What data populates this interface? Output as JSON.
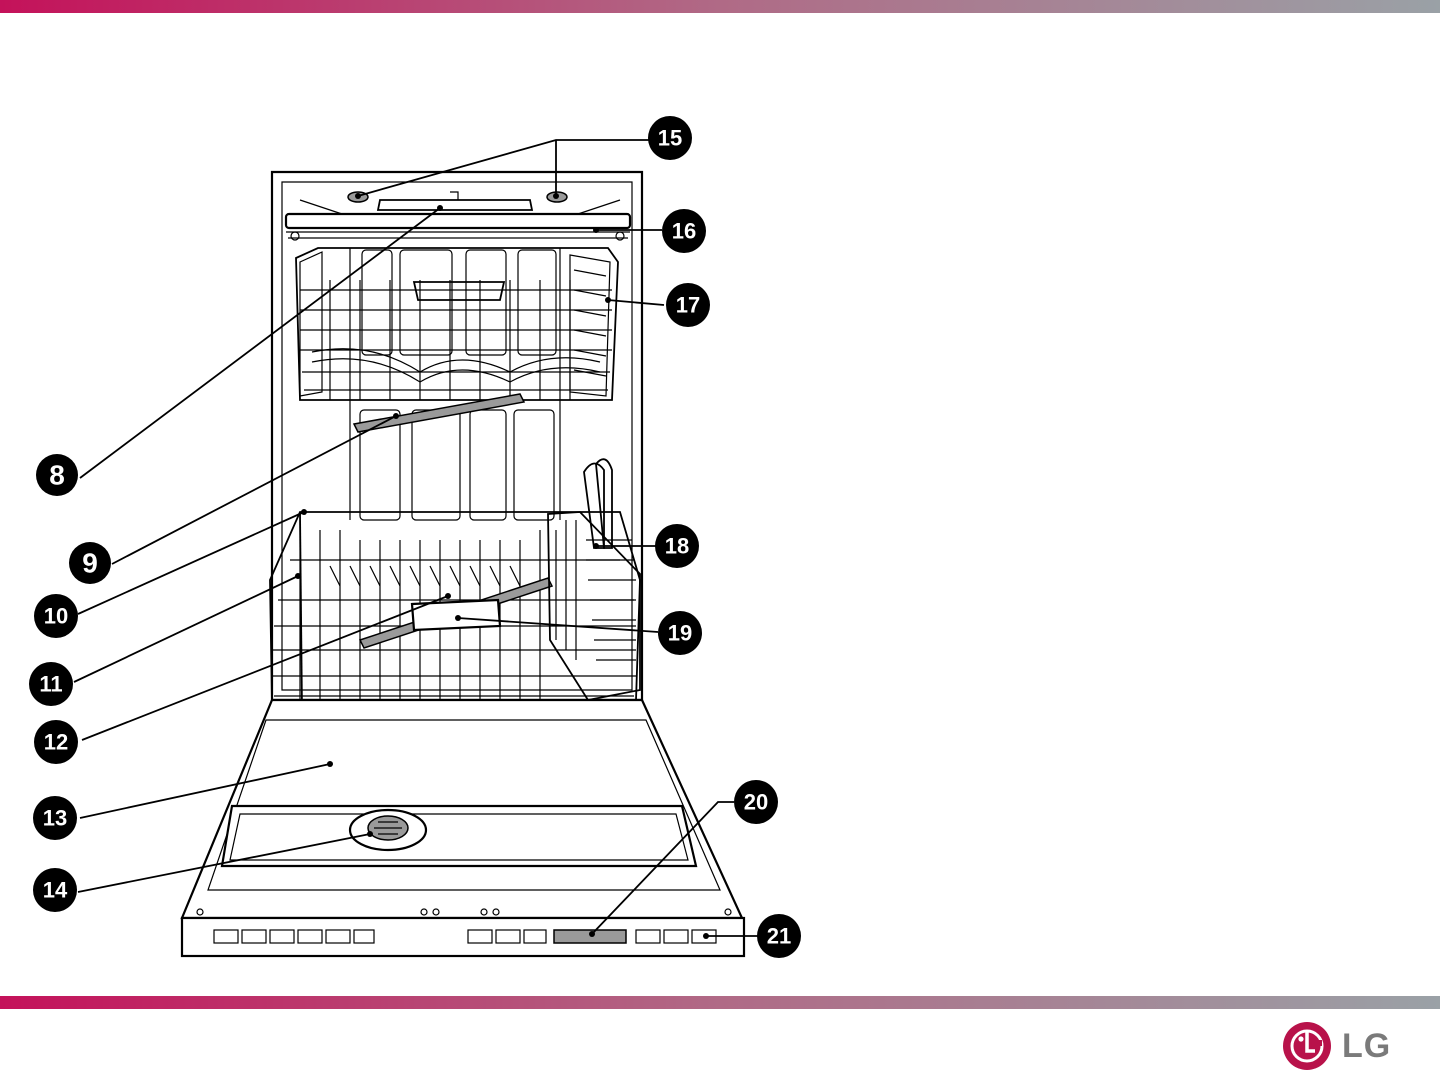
{
  "colors": {
    "band_start": "#c4125a",
    "band_mid": "#b06a86",
    "band_end": "#9aa1a6",
    "logo_red": "#b8124a",
    "logo_gray": "#7a7a7a"
  },
  "callouts": [
    {
      "id": "8",
      "label": "8"
    },
    {
      "id": "9",
      "label": "9"
    },
    {
      "id": "10",
      "label": "10"
    },
    {
      "id": "11",
      "label": "11"
    },
    {
      "id": "12",
      "label": "12"
    },
    {
      "id": "13",
      "label": "13"
    },
    {
      "id": "14",
      "label": "14"
    },
    {
      "id": "15",
      "label": "15"
    },
    {
      "id": "16",
      "label": "16"
    },
    {
      "id": "17",
      "label": "17"
    },
    {
      "id": "18",
      "label": "18"
    },
    {
      "id": "19",
      "label": "19"
    },
    {
      "id": "20",
      "label": "20"
    },
    {
      "id": "21",
      "label": "21"
    }
  ],
  "logo": {
    "text": "LG",
    "icon": "lg-face-logo-icon"
  }
}
